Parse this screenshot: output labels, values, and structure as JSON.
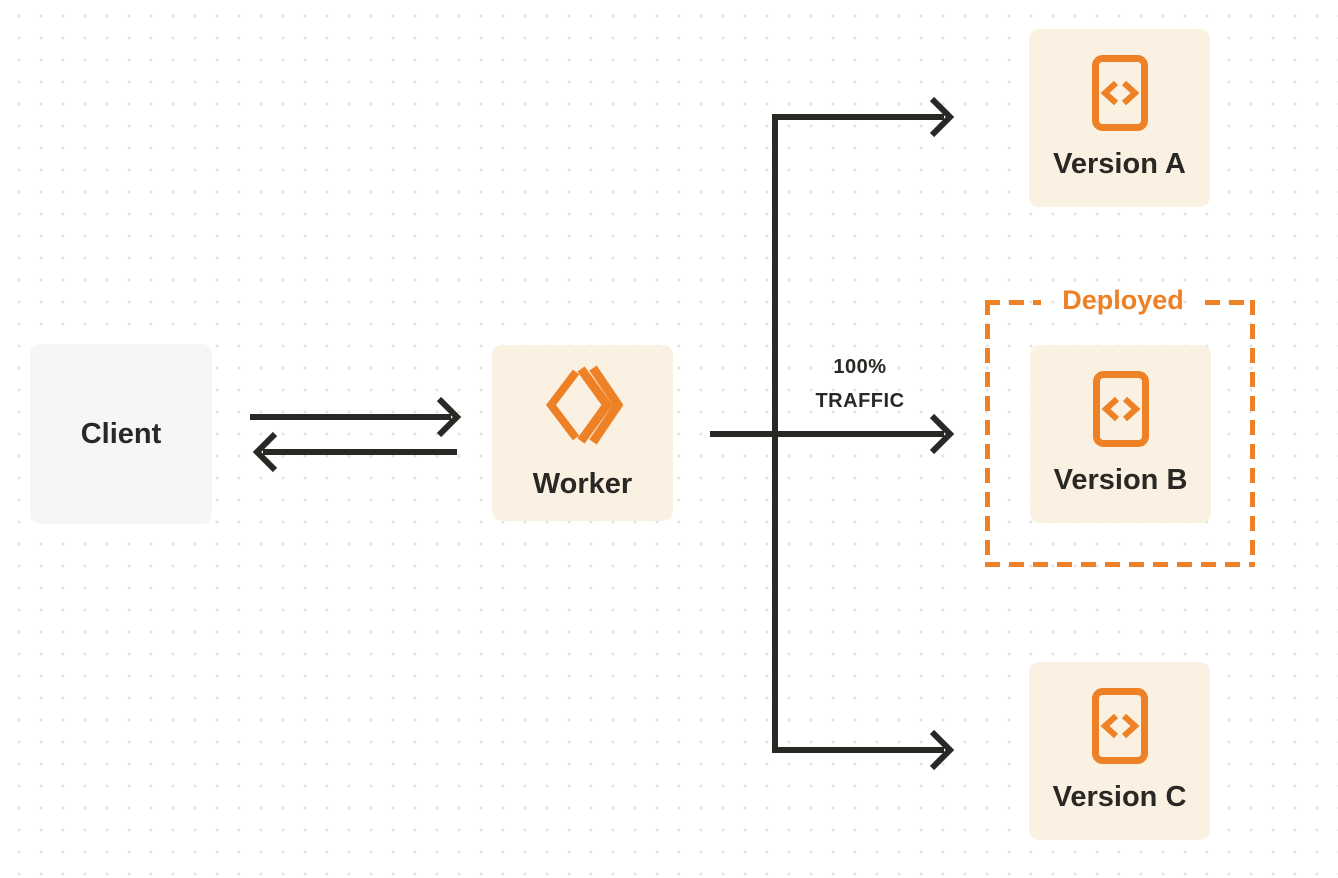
{
  "colors": {
    "accent_orange": "#EE8125",
    "line_dark": "#2A2824",
    "node_cream_bg": "#FBF1E2",
    "node_gray_bg": "#F5F6F7",
    "dot_grid": "#E3E3E3",
    "page_bg": "#FFFFFF"
  },
  "nodes": {
    "client": {
      "label": "Client"
    },
    "worker": {
      "label": "Worker",
      "icon": "cloudflare-workers-logo-icon"
    },
    "version_a": {
      "label": "Version A",
      "icon": "code-file-icon"
    },
    "version_b": {
      "label": "Version B",
      "icon": "code-file-icon"
    },
    "version_c": {
      "label": "Version C",
      "icon": "code-file-icon"
    }
  },
  "annotations": {
    "deployed": "Deployed",
    "traffic_line1": "100%",
    "traffic_line2": "TRAFFIC"
  },
  "edges": [
    {
      "from": "client",
      "to": "worker",
      "style": "bidirectional-arrows"
    },
    {
      "from": "worker",
      "to": "version_a",
      "style": "arrow"
    },
    {
      "from": "worker",
      "to": "version_b",
      "style": "arrow",
      "label": "100% TRAFFIC"
    },
    {
      "from": "worker",
      "to": "version_c",
      "style": "arrow"
    }
  ]
}
